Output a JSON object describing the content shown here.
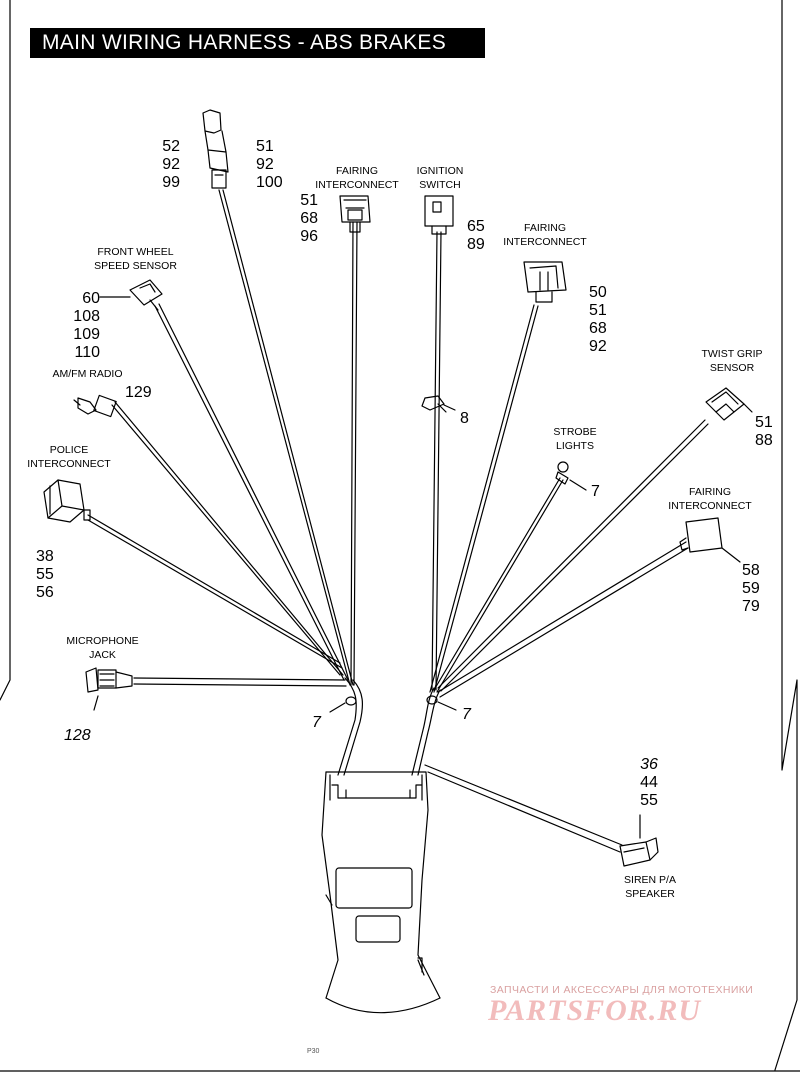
{
  "title": "MAIN WIRING HARNESS - ABS BRAKES",
  "components": {
    "relay_top": {
      "left_numbers": [
        "52",
        "92",
        "99"
      ],
      "right_numbers": [
        "51",
        "92",
        "100"
      ]
    },
    "fairing_interconnect_1": {
      "label": [
        "FAIRING",
        "INTERCONNECT"
      ],
      "numbers": [
        "51",
        "68",
        "96"
      ]
    },
    "ignition_switch": {
      "label": [
        "IGNITION",
        "SWITCH"
      ],
      "numbers": [
        "65",
        "89"
      ]
    },
    "fairing_interconnect_2": {
      "label": [
        "FAIRING",
        "INTERCONNECT"
      ],
      "numbers": [
        "50",
        "51",
        "68",
        "92"
      ]
    },
    "front_wheel_speed_sensor": {
      "label": [
        "FRONT WHEEL",
        "SPEED SENSOR"
      ],
      "numbers": [
        "60",
        "108",
        "109",
        "110"
      ]
    },
    "am_fm_radio": {
      "label": [
        "AM/FM RADIO"
      ],
      "numbers": [
        "129"
      ]
    },
    "clip": {
      "numbers": [
        "8"
      ]
    },
    "twist_grip_sensor": {
      "label": [
        "TWIST GRIP",
        "SENSOR"
      ],
      "numbers": [
        "51",
        "88"
      ]
    },
    "strobe_lights": {
      "label": [
        "STROBE",
        "LIGHTS"
      ],
      "numbers": [
        "7"
      ]
    },
    "police_interconnect": {
      "label": [
        "POLICE",
        "INTERCONNECT"
      ],
      "numbers": [
        "38",
        "55",
        "56"
      ]
    },
    "fairing_interconnect_3": {
      "label": [
        "FAIRING",
        "INTERCONNECT"
      ],
      "numbers": [
        "58",
        "59",
        "79"
      ]
    },
    "microphone_jack": {
      "label": [
        "MICROPHONE",
        "JACK"
      ],
      "numbers": [
        "128"
      ]
    },
    "cable_strap_left": {
      "numbers": [
        "7"
      ]
    },
    "cable_strap_right": {
      "numbers": [
        "7"
      ]
    },
    "siren_pa_speaker": {
      "label": [
        "SIREN P/A",
        "SPEAKER"
      ],
      "numbers": [
        "36",
        "44",
        "55"
      ]
    }
  },
  "watermark": {
    "text": "ЗАПЧАСТИ И АКСЕССУАРЫ ДЛЯ МОТОТЕХНИКИ",
    "logo": "PARTSFOR.RU"
  },
  "page_code": "P30"
}
